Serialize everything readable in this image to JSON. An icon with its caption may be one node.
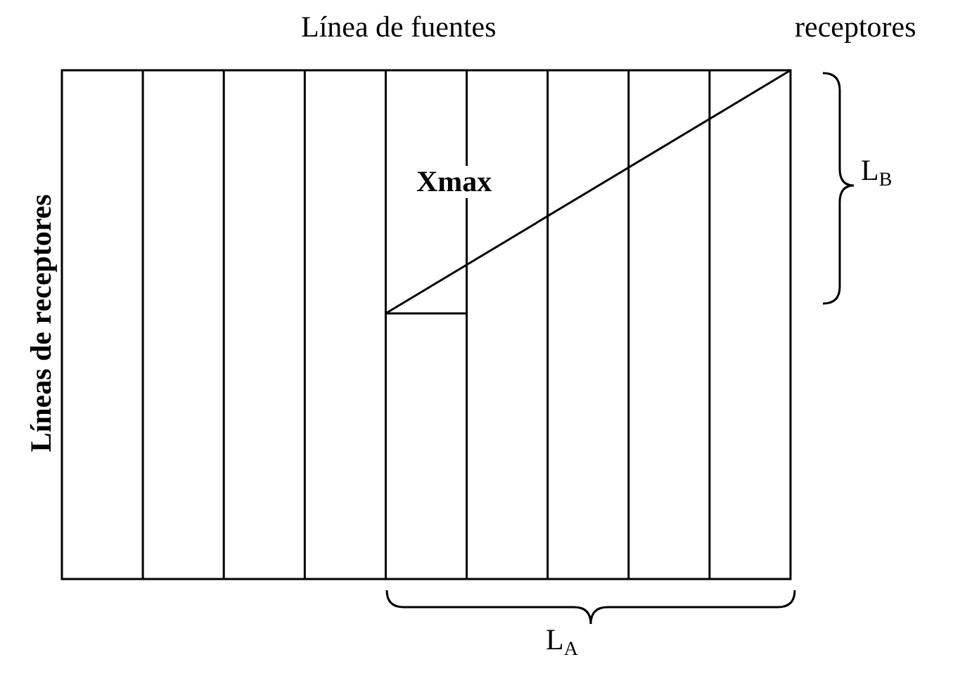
{
  "diagram": {
    "labels": [
      "Línea de fuentes",
      "receptores",
      "Líneas de receptores",
      "Xmax",
      "L$_{B}$",
      "L$_{A}$"
    ]
  }
}
